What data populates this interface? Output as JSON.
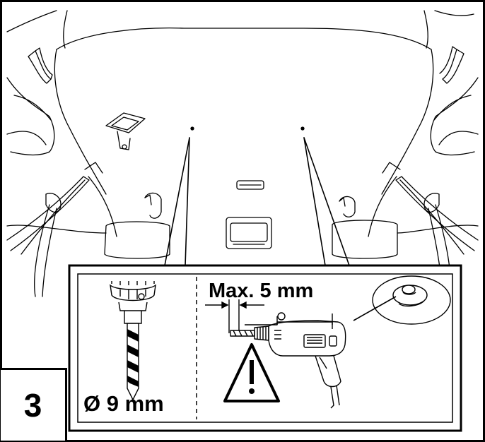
{
  "step": {
    "number": "3"
  },
  "inset": {
    "drill_bit_label": "Ø 9 mm",
    "max_depth_label": "Max. 5 mm"
  },
  "icons": [
    "drill-chuck-icon",
    "drill-bit-icon",
    "power-drill-icon",
    "warning-triangle-icon",
    "drilled-hole-detail-icon"
  ],
  "colors": {
    "line": "#000000",
    "background": "#ffffff"
  }
}
